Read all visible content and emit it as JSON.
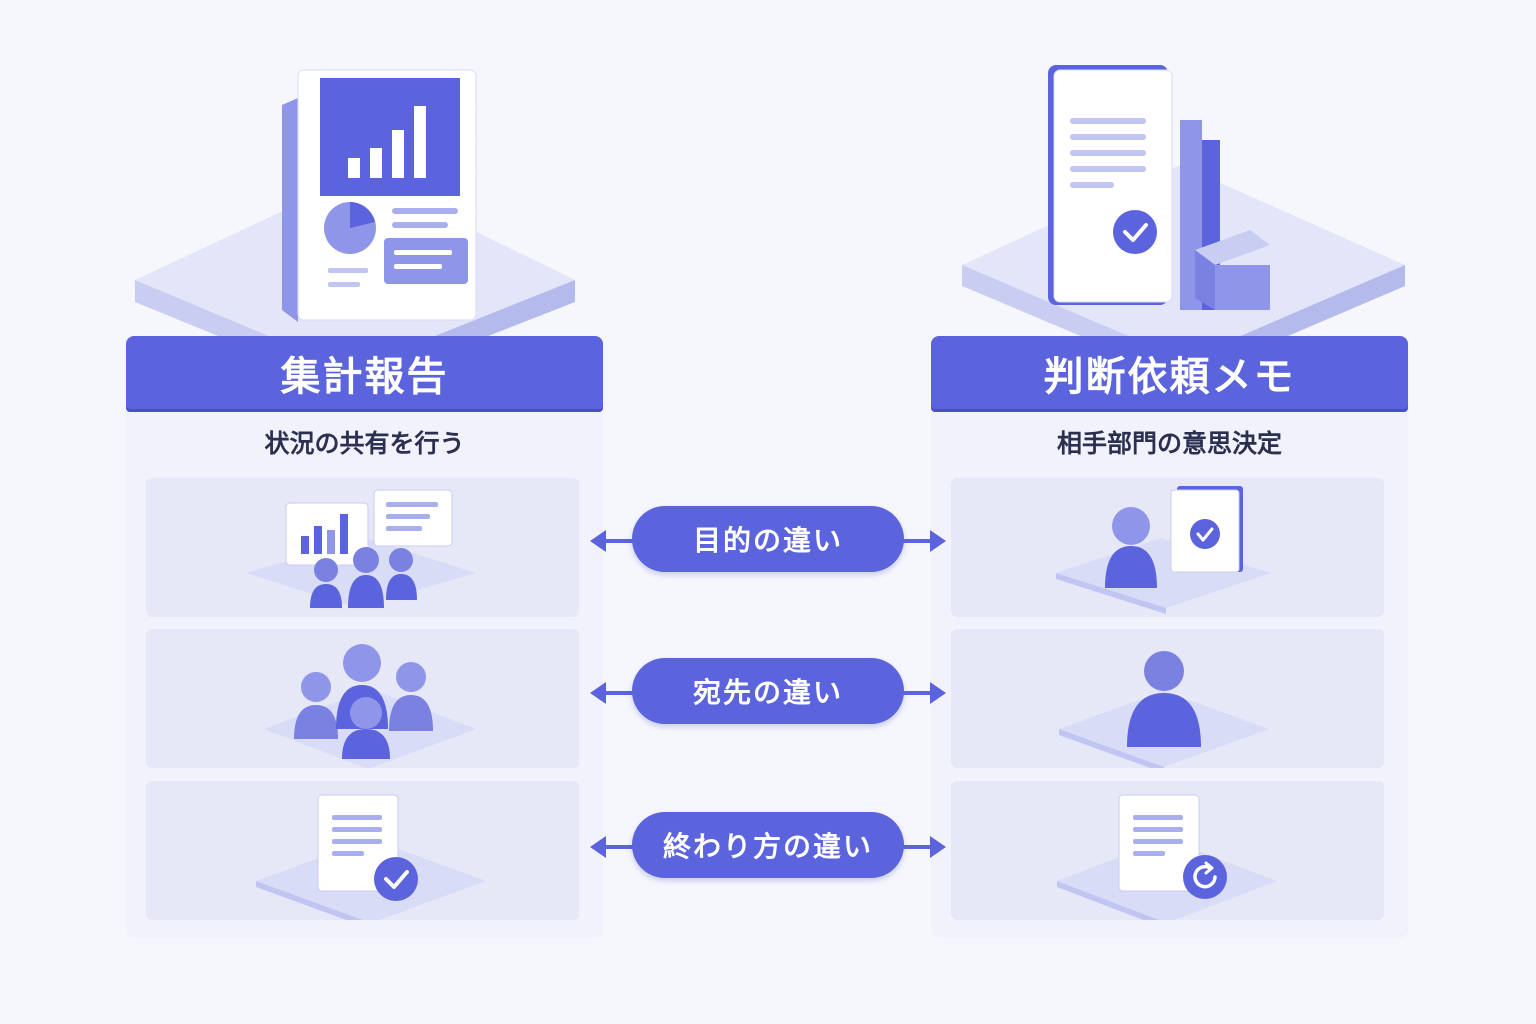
{
  "left_column": {
    "title": "集計報告",
    "subtitle": "状況の共有を行う",
    "rows": [
      {
        "illustration": "audience-viewing-charts-icon"
      },
      {
        "illustration": "group-of-people-icon"
      },
      {
        "illustration": "document-checked-icon"
      }
    ]
  },
  "right_column": {
    "title": "判断依頼メモ",
    "subtitle": "相手部門の意思決定",
    "rows": [
      {
        "illustration": "person-with-approval-icon"
      },
      {
        "illustration": "single-person-icon"
      },
      {
        "illustration": "document-refresh-icon"
      }
    ]
  },
  "connectors": [
    {
      "label": "目的の違い"
    },
    {
      "label": "宛先の違い"
    },
    {
      "label": "終わり方の違い"
    }
  ],
  "colors": {
    "accent": "#5b63dd",
    "accent_light": "#8f95e8",
    "panel": "#e6e8f8",
    "background": "#f6f7fd",
    "text": "#2c3050"
  }
}
